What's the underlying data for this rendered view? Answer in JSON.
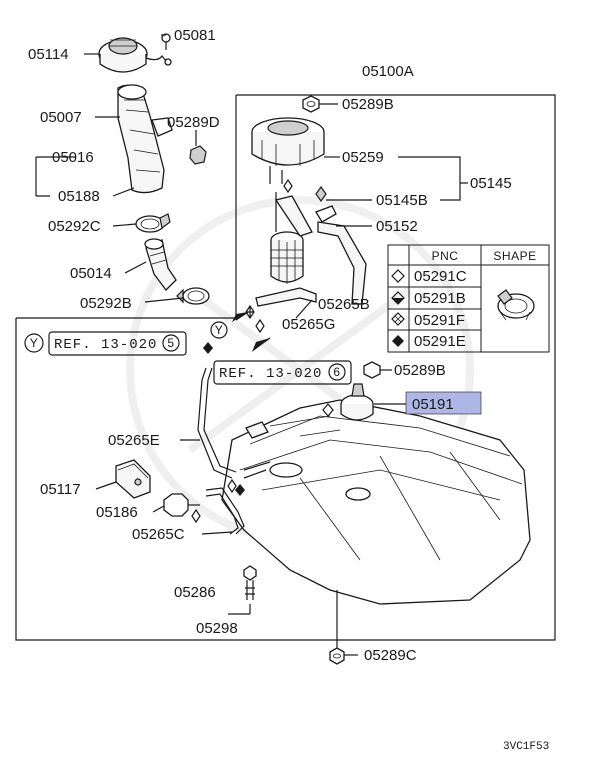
{
  "parts": {
    "p05081": "05081",
    "p05114": "05114",
    "p05007": "05007",
    "p05289D": "05289D",
    "p05016": "05016",
    "p05188": "05188",
    "p05292C": "05292C",
    "p05014": "05014",
    "p05292B": "05292B",
    "p05100A": "05100A",
    "p05289B_top": "05289B",
    "p05259": "05259",
    "p05145": "05145",
    "p05145B": "05145B",
    "p05152": "05152",
    "p05265B": "05265B",
    "p05265G": "05265G",
    "p05289B_mid": "05289B",
    "p05191": "05191",
    "p05265E": "05265E",
    "p05117": "05117",
    "p05186": "05186",
    "p05265C": "05265C",
    "p05286": "05286",
    "p05298": "05298",
    "p05289C": "05289C"
  },
  "refs": {
    "ref_left_marker": "Y",
    "ref_left_text": "REF. 13-020",
    "ref_left_num": "5",
    "ref_mid_marker": "Y",
    "ref_mid_text": "REF. 13-020",
    "ref_mid_num": "6"
  },
  "legend": {
    "col_pnc": "PNC",
    "col_shape": "SHAPE",
    "rows": [
      {
        "symbol": "diamond-outline",
        "pnc": "05291C"
      },
      {
        "symbol": "diamond-half",
        "pnc": "05291B"
      },
      {
        "symbol": "diamond-cross",
        "pnc": "05291F"
      },
      {
        "symbol": "diamond-filled",
        "pnc": "05291E"
      }
    ]
  },
  "highlight_color": "#aeb6e6",
  "footer_code": "3VC1F53"
}
